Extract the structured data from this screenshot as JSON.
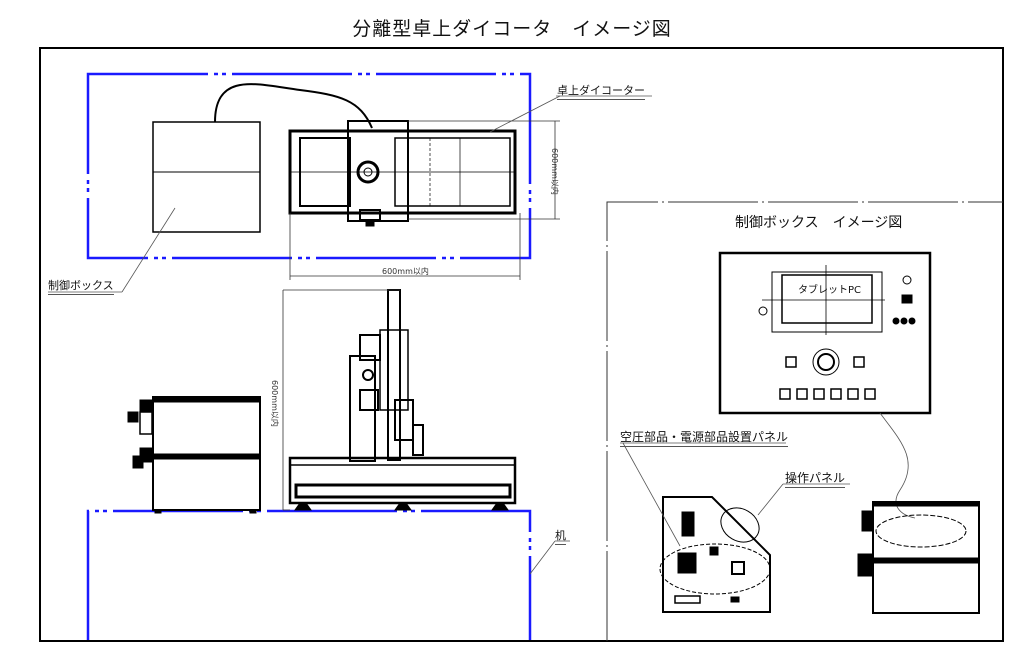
{
  "title": "分離型卓上ダイコータ　イメージ図",
  "labels": {
    "desktop_coater": "卓上ダイコーター",
    "control_box": "制御ボックス",
    "desk": "机",
    "dim_width": "600mm以内",
    "dim_depth": "600mm以内",
    "dim_height": "600mm以内"
  },
  "control_box_view": {
    "title": "制御ボックス　イメージ図",
    "tablet_label": "タブレットPC",
    "air_power_panel": "空圧部品・電源部品設置パネル",
    "operation_panel": "操作パネル"
  },
  "colors": {
    "outline": "#000000",
    "boundary_blue": "#1a1aff",
    "leader": "#555555"
  }
}
